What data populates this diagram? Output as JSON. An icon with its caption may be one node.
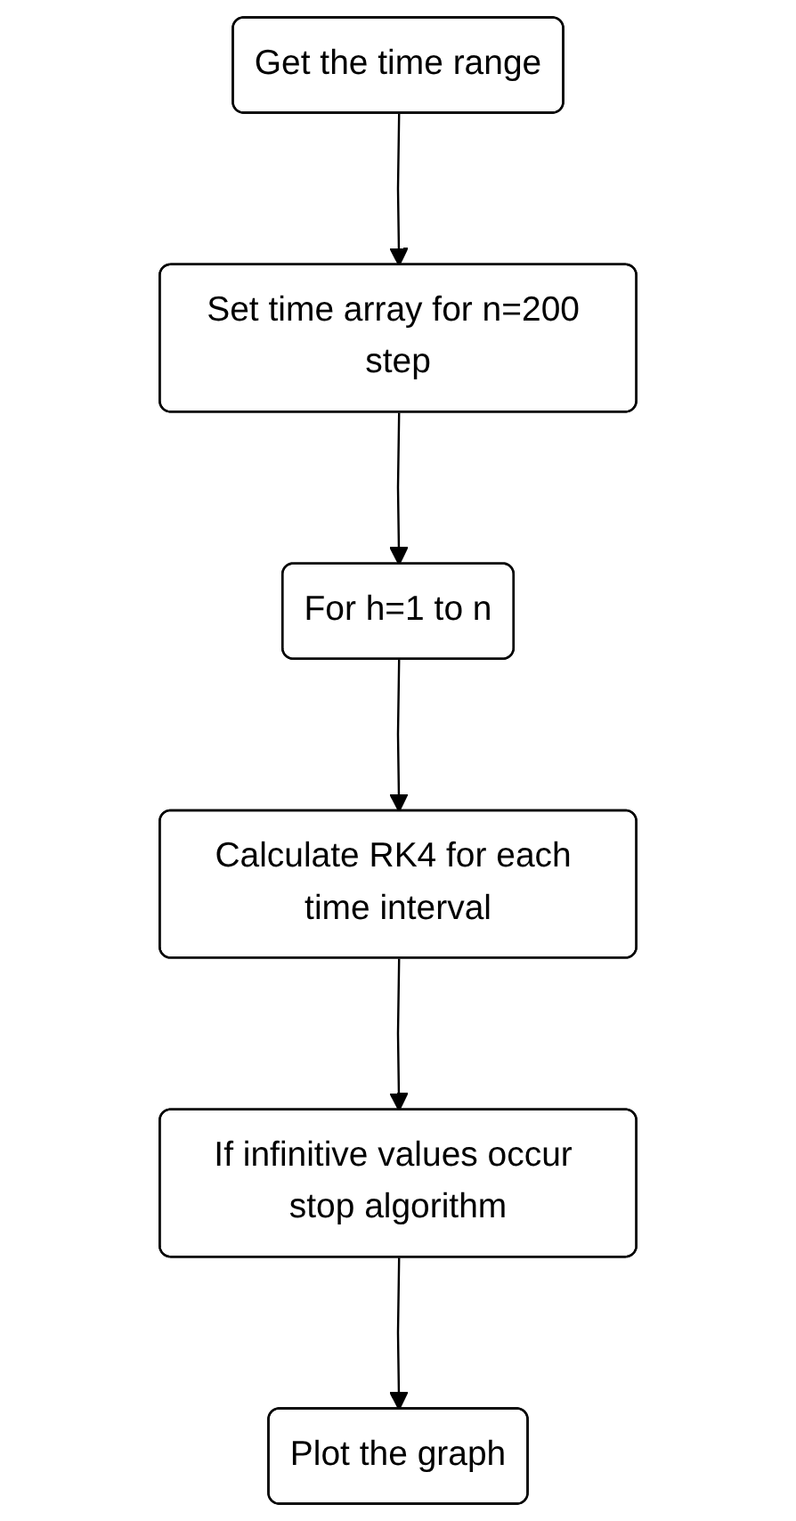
{
  "diagram": {
    "nodes": [
      {
        "text": [
          "Get the time range"
        ]
      },
      {
        "text": [
          "Set time array for n=200 step"
        ]
      },
      {
        "text": [
          "For h=1 to n"
        ]
      },
      {
        "text": [
          "Calculate RK4 for each time interval"
        ]
      },
      {
        "text": [
          "If infinitive values occur stop algorithm"
        ]
      },
      {
        "text": [
          "Plot the graph"
        ]
      }
    ],
    "edges": [
      {
        "from": 0,
        "to": 1,
        "arrow": "to"
      },
      {
        "from": 1,
        "to": 2,
        "arrow": "to"
      },
      {
        "from": 2,
        "to": 3,
        "arrow": "to"
      },
      {
        "from": 3,
        "to": 4,
        "arrow": "to"
      },
      {
        "from": 4,
        "to": 5,
        "arrow": "to"
      }
    ]
  }
}
